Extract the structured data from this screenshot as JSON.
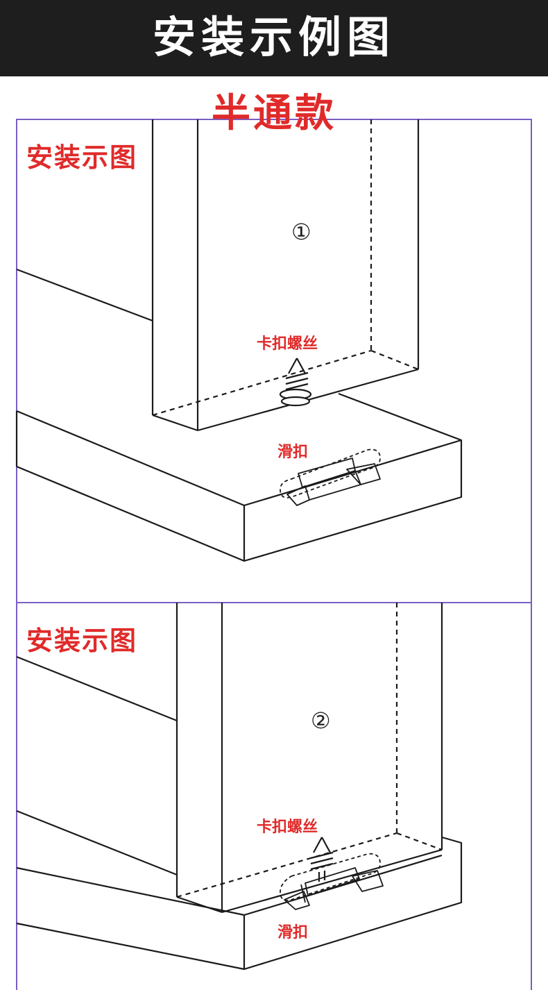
{
  "header": {
    "title": "安装示例图"
  },
  "subtitle": "半通款",
  "panels": [
    {
      "label": "安装示图",
      "number": "①",
      "screw_label": "卡扣螺丝",
      "slider_label": "滑扣"
    },
    {
      "label": "安装示图",
      "number": "②",
      "screw_label": "卡扣螺丝",
      "slider_label": "滑扣"
    }
  ],
  "colors": {
    "header_bg": "#1e1e1e",
    "accent_red": "#e02a2a",
    "frame_purple": "#7a5fc4",
    "line": "#1a1a1a"
  }
}
